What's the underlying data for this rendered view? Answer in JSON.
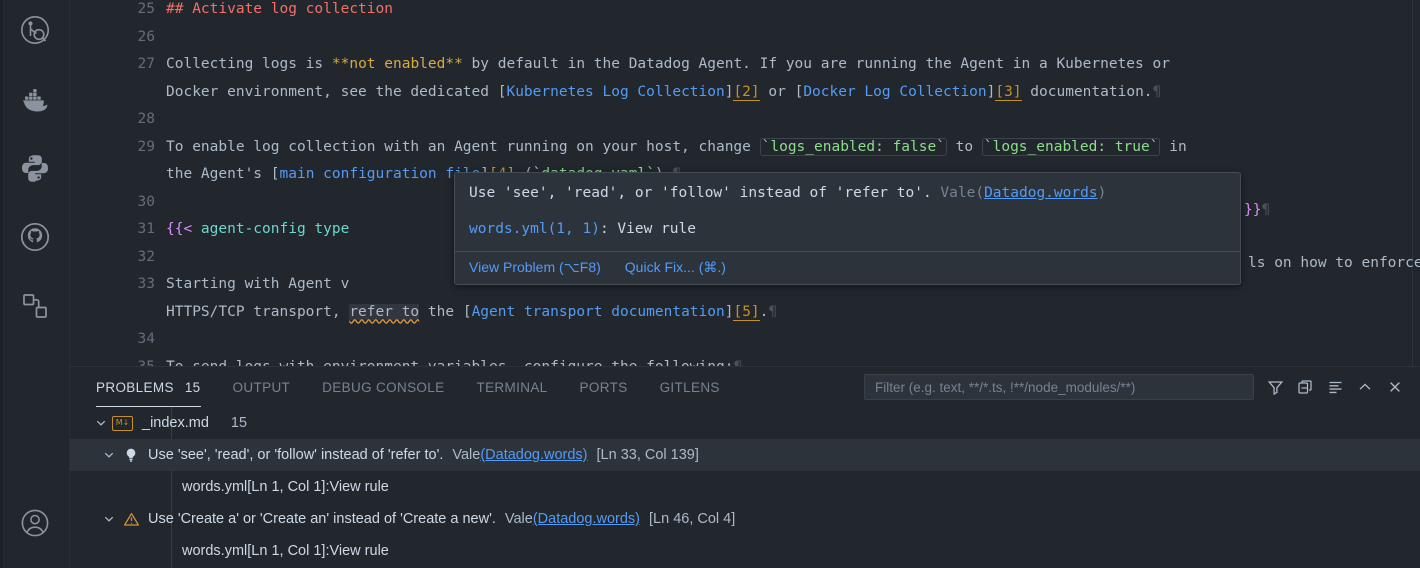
{
  "activitybar": {
    "items": [
      {
        "name": "search-graph-icon",
        "title": "Search"
      },
      {
        "name": "docker-icon",
        "title": "Docker"
      },
      {
        "name": "python-icon",
        "title": "Python"
      },
      {
        "name": "github-icon",
        "title": "GitHub"
      },
      {
        "name": "extensions-icon",
        "title": "Extensions"
      }
    ],
    "account": {
      "name": "account-icon",
      "title": "Accounts"
    }
  },
  "editor": {
    "language": "markdown",
    "lines": [
      {
        "n": "25",
        "segs": [
          {
            "t": "## Activate·log·collection",
            "c": "t-head"
          }
        ]
      },
      {
        "n": "26",
        "segs": []
      },
      {
        "n": "27",
        "segs": [
          {
            "t": "Collecting logs is ",
            "c": ""
          },
          {
            "t": "**not enabled**",
            "c": "t-bold"
          },
          {
            "t": " by default in the Datadog Agent. If you are running the Agent in a Kubernetes or",
            "c": ""
          }
        ]
      },
      {
        "n": "",
        "cont": true,
        "segs": [
          {
            "t": "Docker environment, see the dedicated ",
            "c": ""
          },
          {
            "t": "[",
            "c": ""
          },
          {
            "t": "Kubernetes Log Collection",
            "c": "t-link"
          },
          {
            "t": "]",
            "c": ""
          },
          {
            "t": "[2]",
            "c": "t-ref"
          },
          {
            "t": " or ",
            "c": ""
          },
          {
            "t": "[",
            "c": ""
          },
          {
            "t": "Docker Log Collection",
            "c": "t-link"
          },
          {
            "t": "]",
            "c": ""
          },
          {
            "t": "[3]",
            "c": "t-ref"
          },
          {
            "t": " documentation.",
            "c": ""
          },
          {
            "t": "¶",
            "c": "t-pil"
          }
        ]
      },
      {
        "n": "28",
        "segs": []
      },
      {
        "n": "29",
        "segs": [
          {
            "t": "To enable log collection with an Agent running on your host, change ",
            "c": ""
          },
          {
            "t": "`logs_enabled: false`",
            "c": "t-code"
          },
          {
            "t": " to ",
            "c": ""
          },
          {
            "t": "`logs_enabled: true`",
            "c": "t-code"
          },
          {
            "t": " in",
            "c": ""
          }
        ]
      },
      {
        "n": "",
        "cont": true,
        "segs": [
          {
            "t": "the Agent's ",
            "c": ""
          },
          {
            "t": "[",
            "c": ""
          },
          {
            "t": "main configuration file",
            "c": "t-link"
          },
          {
            "t": "]",
            "c": ""
          },
          {
            "t": "[4]",
            "c": "t-ref"
          },
          {
            "t": " (",
            "c": ""
          },
          {
            "t": "`datadog.yaml`",
            "c": "t-sc"
          },
          {
            "t": ").",
            "c": ""
          },
          {
            "t": "¶",
            "c": "t-pil"
          }
        ]
      },
      {
        "n": "30",
        "segs": []
      },
      {
        "n": "31",
        "segs": [
          {
            "t": "{{<",
            "c": "t-tmpl"
          },
          {
            "t": " agent-config type",
            "c": "t-shortcode"
          }
        ]
      },
      {
        "n": "32",
        "segs": []
      },
      {
        "n": "33",
        "segs": [
          {
            "t": "Starting with Agent v",
            "c": ""
          }
        ]
      },
      {
        "n": "",
        "cont": true,
        "segs": [
          {
            "t": "HTTPS/TCP transport, ",
            "c": ""
          },
          {
            "t": "refer to",
            "c": "t-err"
          },
          {
            "t": " the ",
            "c": ""
          },
          {
            "t": "[",
            "c": ""
          },
          {
            "t": "Agent transport documentation",
            "c": "t-link"
          },
          {
            "t": "]",
            "c": ""
          },
          {
            "t": "[5]",
            "c": "t-ref"
          },
          {
            "t": ".",
            "c": ""
          },
          {
            "t": "¶",
            "c": "t-pil"
          }
        ]
      },
      {
        "n": "34",
        "segs": []
      },
      {
        "n": "35",
        "segs": [
          {
            "t": "To send logs with environment variables, configure the following:",
            "c": ""
          },
          {
            "t": "¶",
            "c": "t-pil"
          }
        ]
      }
    ],
    "line31_tail": "}}",
    "line31_tail_pilcrow": "¶",
    "line33_tail": "ls on how to enforce"
  },
  "hover": {
    "message_prefix": "Use 'see', 'read', or 'follow' instead of 'refer to'. ",
    "source": "Vale(",
    "rule": "Datadog.words",
    "source_close": ")",
    "detail_file": "words.yml(1, 1)",
    "detail_sep": ": ",
    "detail_link": "View rule",
    "actions": [
      {
        "label": "View Problem (⌥F8)",
        "name": "view-problem-action"
      },
      {
        "label": "Quick Fix... (⌘.)",
        "name": "quick-fix-action"
      }
    ]
  },
  "panel": {
    "tabs": [
      {
        "label": "PROBLEMS",
        "count": "15",
        "active": true
      },
      {
        "label": "OUTPUT",
        "count": "",
        "active": false
      },
      {
        "label": "DEBUG CONSOLE",
        "count": "",
        "active": false
      },
      {
        "label": "TERMINAL",
        "count": "",
        "active": false
      },
      {
        "label": "PORTS",
        "count": "",
        "active": false
      },
      {
        "label": "GITLENS",
        "count": "",
        "active": false
      }
    ],
    "filter": {
      "value": "",
      "placeholder": "Filter (e.g. text, **/*.ts, !**/node_modules/**)"
    },
    "actions": [
      {
        "name": "filter-icon"
      },
      {
        "name": "split-panel-icon"
      },
      {
        "name": "collapse-all-icon"
      },
      {
        "name": "chevron-up-icon"
      },
      {
        "name": "close-panel-icon"
      }
    ],
    "file": {
      "name": "_index.md",
      "count": "15",
      "icon": "markdown-file-icon"
    },
    "problems": [
      {
        "severity": "info",
        "severity_icon": "lightbulb-icon",
        "message": "Use 'see', 'read', or 'follow' instead of 'refer to'.",
        "source": "Vale",
        "rule": "(Datadog.words)",
        "location": "[Ln 33, Col 139]",
        "selected": true,
        "detail_prefix": "words.yml[Ln 1, Col 1]: ",
        "detail_link": "View rule"
      },
      {
        "severity": "warning",
        "severity_icon": "warning-triangle-icon",
        "message": "Use 'Create a' or 'Create an' instead of 'Create a new'.",
        "source": "Vale",
        "rule": "(Datadog.words)",
        "location": "[Ln 46, Col 4]",
        "selected": false,
        "detail_prefix": "words.yml[Ln 1, Col 1]: ",
        "detail_link": "View rule"
      }
    ]
  },
  "colors": {
    "background": "#22272e",
    "panel_bg": "#22272e",
    "hover_bg": "#2d333b",
    "link": "#539bf5",
    "warning": "#d4923a",
    "heading": "#f47067",
    "code": "#8ddb8c",
    "template": "#dc8cff",
    "shortcode": "#6bd6cd",
    "reference": "#c69026",
    "selection": "#2d333b"
  }
}
